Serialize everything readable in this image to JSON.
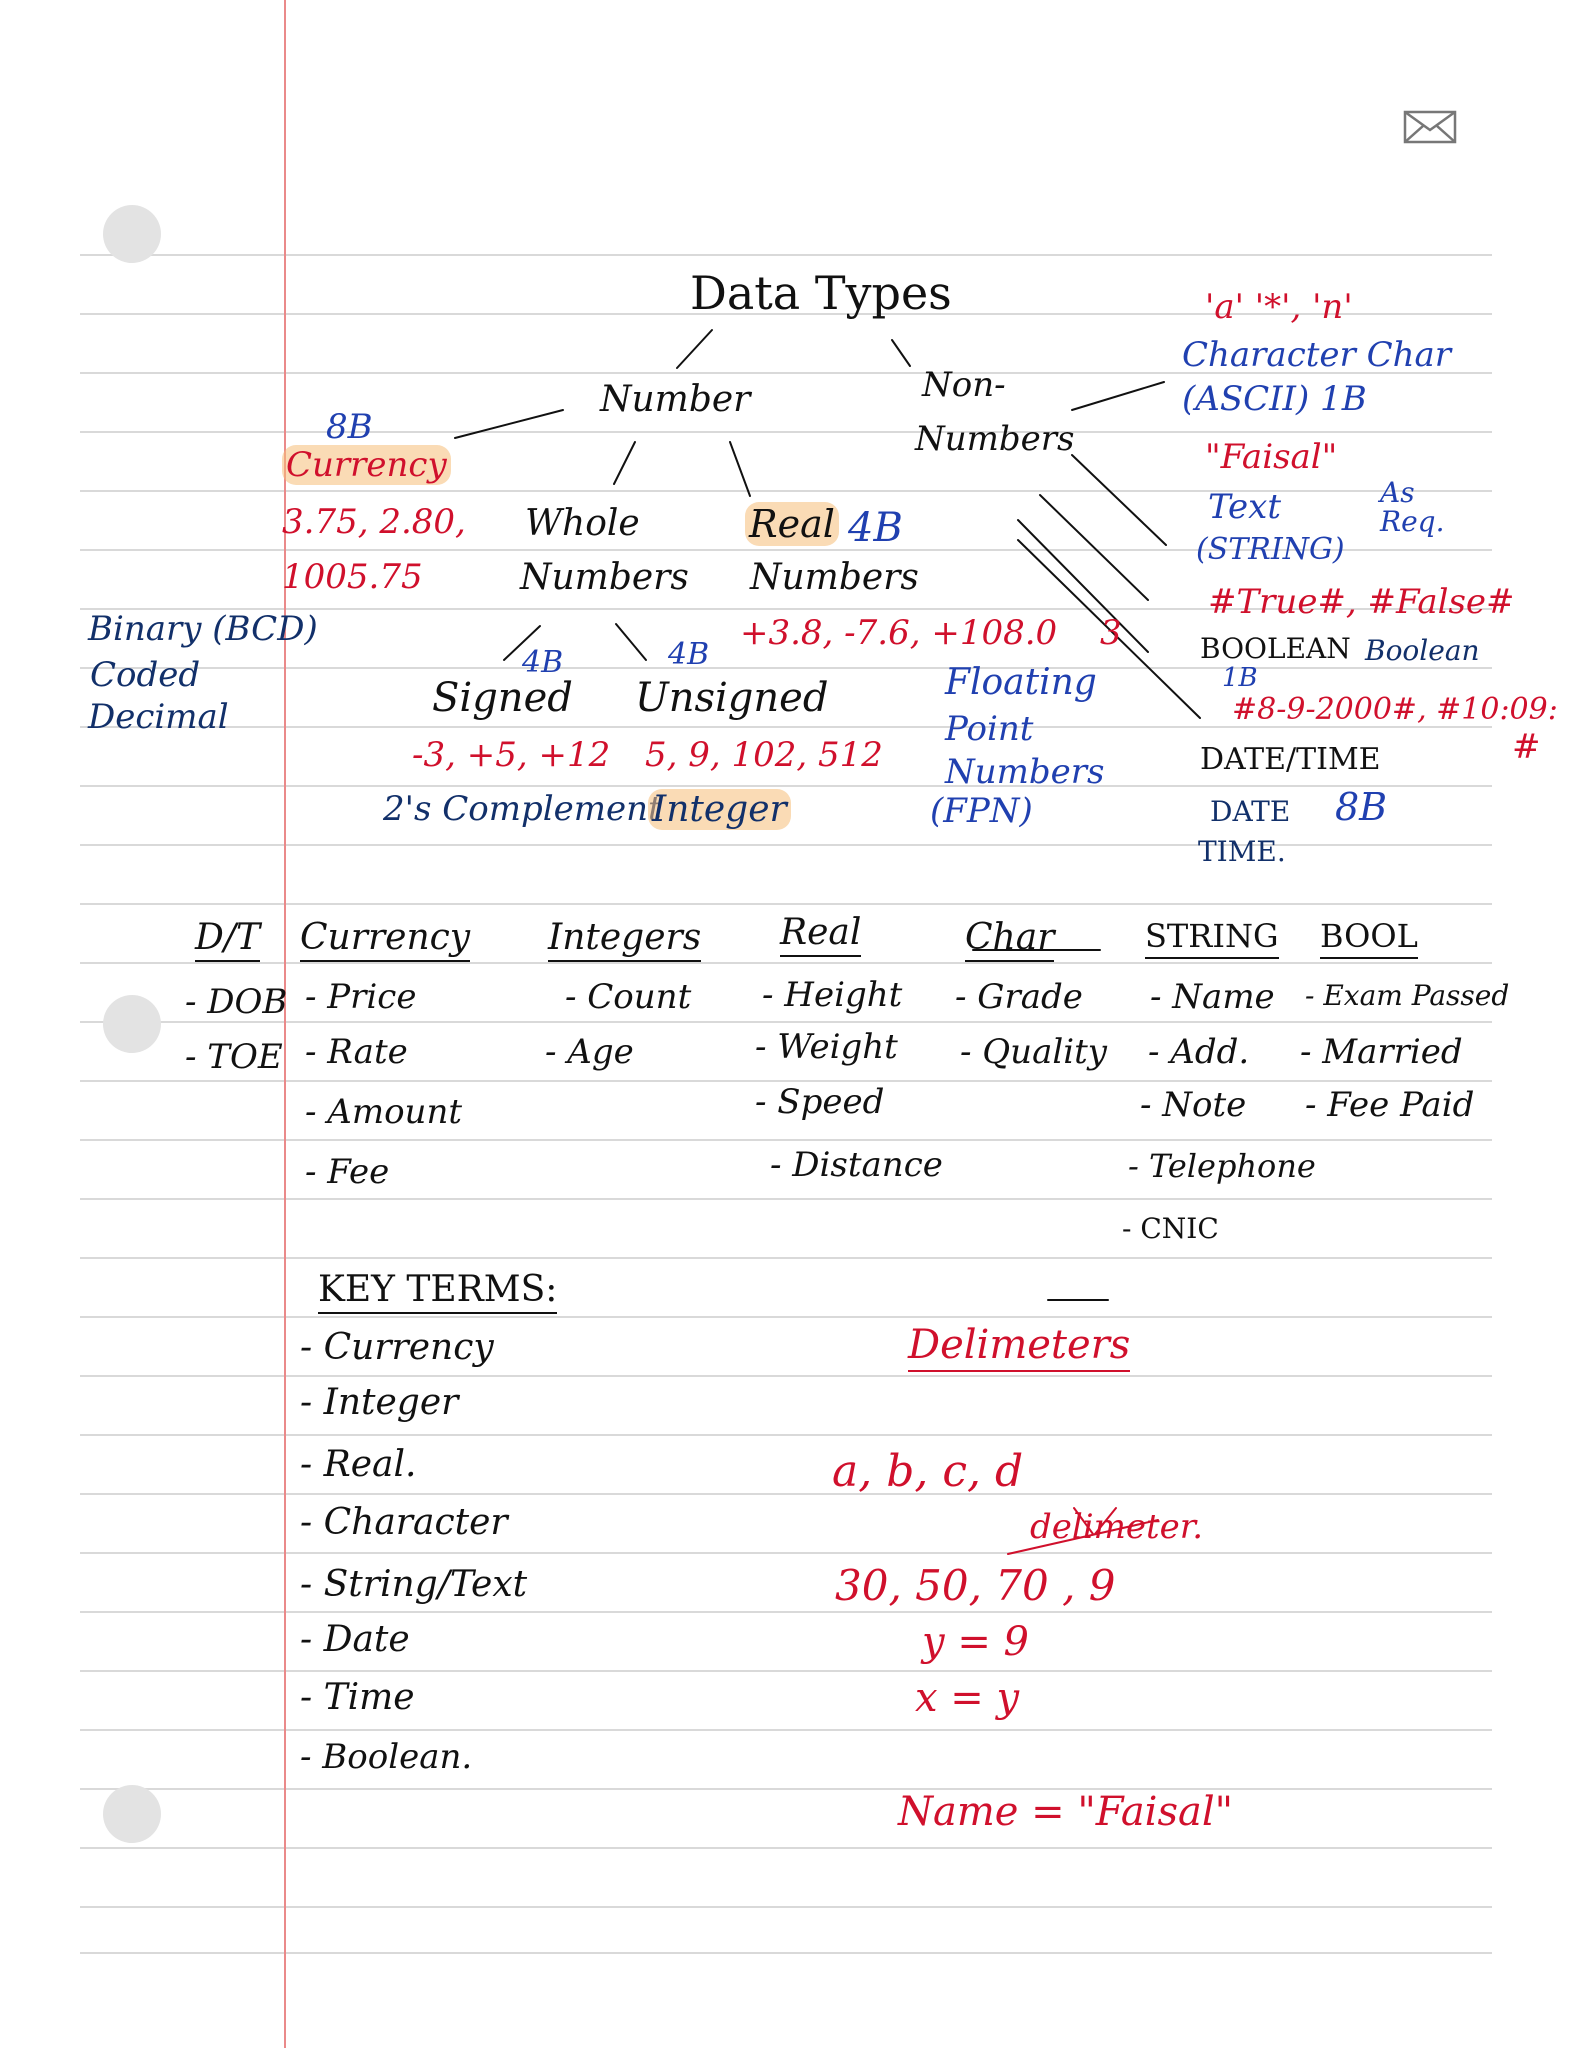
{
  "colors": {
    "black_ink": "#111111",
    "blue_ink": "#2040b0",
    "red_ink": "#d0102c",
    "navy_ink": "#12306a",
    "highlight": "#f5be78",
    "rule": "#d9d9d9",
    "margin": "#ea8a8a"
  },
  "icons": {
    "mail": "envelope-icon"
  },
  "tree": {
    "title": "Data Types",
    "number": "Number",
    "non_numbers_1": "Non-",
    "non_numbers_2": "Numbers",
    "currency_size": "8B",
    "currency": "Currency",
    "currency_ex_1": "3.75, 2.80,",
    "currency_ex_2": "1005.75",
    "bcd_1": "Binary (BCD)",
    "bcd_2": "Coded",
    "bcd_3": "Decimal",
    "whole_1": "Whole",
    "whole_2": "Numbers",
    "real_1": "Real",
    "real_size": "4B",
    "real_2": "Numbers",
    "real_ex": "+3.8, -7.6, +108.0",
    "real_ex_3": "3",
    "signed_size": "4B",
    "signed": "Signed",
    "signed_ex": "-3, +5, +12",
    "twos": "2's Complement",
    "unsigned_size": "4B",
    "unsigned": "Unsigned",
    "unsigned_ex": "5, 9, 102, 512",
    "integer": "Integer",
    "fpn_1": "Floating",
    "fpn_2": "Point",
    "fpn_3": "Numbers",
    "fpn_4": "(FPN)",
    "char_ex": "'a' '*', 'n'",
    "char_1": "Character Char",
    "char_2": "(ASCII) 1B",
    "string_ex": "\"Faisal\"",
    "text": "Text",
    "as_req": "As Req.",
    "string": "(STRING)",
    "bool_ex": "#True#, #False#",
    "boolean": "BOOLEAN",
    "boolean_2": "Boolean",
    "bool_size": "1B",
    "date_ex": "#8-9-2000#, #10:09:",
    "date_ex_2": "#",
    "datetime": "DATE/TIME",
    "date": "DATE",
    "date_size": "8B",
    "time": "TIME."
  },
  "table": {
    "dt": "D/T",
    "dt_items": [
      "- DOB",
      "- TOE"
    ],
    "columns": [
      {
        "header": "Currency",
        "items": [
          "- Price",
          "- Rate",
          "- Amount",
          "- Fee"
        ]
      },
      {
        "header": "Integers",
        "items": [
          "- Count",
          "- Age"
        ]
      },
      {
        "header": "Real",
        "items": [
          "- Height",
          "- Weight",
          "- Speed",
          "- Distance"
        ]
      },
      {
        "header": "Char",
        "items": [
          "- Grade",
          "- Quality"
        ]
      },
      {
        "header": "STRING",
        "items": [
          "- Name",
          "- Add.",
          "- Note",
          "- Telephone",
          "- CNIC"
        ]
      },
      {
        "header": "BOOL",
        "items": [
          "- Exam Passed",
          "- Married",
          "- Fee Paid"
        ]
      }
    ]
  },
  "key_terms": {
    "title": "KEY TERMS:",
    "items": [
      "- Currency",
      "- Integer",
      "- Real.",
      "- Character",
      "- String/Text",
      "- Date",
      "- Time",
      "- Boolean."
    ]
  },
  "delimiters": {
    "title": "Delimeters",
    "letters": "a,  b,  c,  d",
    "note": "delimeter.",
    "numbers": "30,  50,  70 , 9",
    "eq1": "y = 9",
    "eq2": "x = y",
    "name": "Name = \"Faisal\""
  }
}
